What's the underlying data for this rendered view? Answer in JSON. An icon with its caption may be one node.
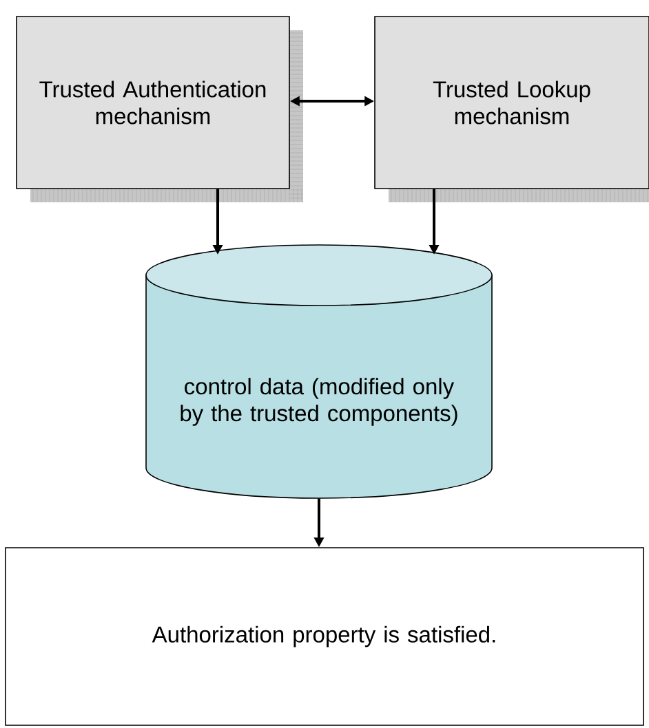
{
  "diagram": {
    "nodes": [
      {
        "text": [
          "Trusted Authentication mechanism"
        ]
      },
      {
        "text": [
          "Trusted Lookup mechanism"
        ]
      },
      {
        "text": [
          "control data (modified only by the trusted components)"
        ]
      },
      {
        "text": [
          "Authorization property is satisfied."
        ]
      }
    ],
    "edges": [
      {
        "from": 0,
        "to": 1,
        "arrow": "both"
      },
      {
        "from": 0,
        "to": 2,
        "arrow": "to"
      },
      {
        "from": 1,
        "to": 2,
        "arrow": "to"
      },
      {
        "from": 2,
        "to": 3,
        "arrow": "to"
      }
    ]
  }
}
